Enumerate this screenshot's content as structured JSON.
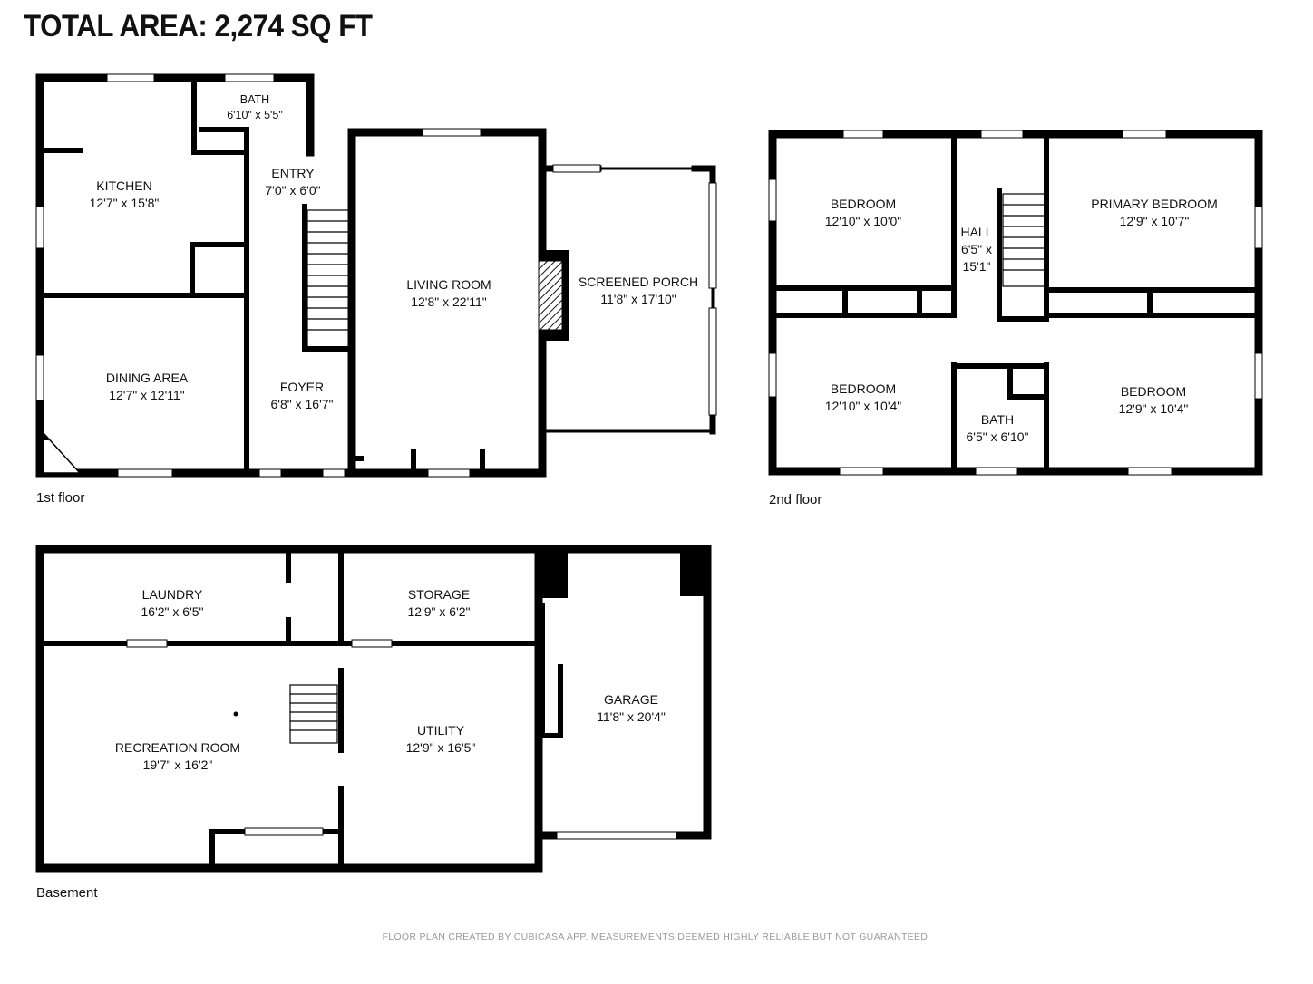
{
  "header": {
    "title": "TOTAL AREA: 2,274 SQ FT"
  },
  "floors": [
    {
      "label": "1st floor"
    },
    {
      "label": "2nd floor"
    },
    {
      "label": "Basement"
    }
  ],
  "rooms": {
    "kitchen": {
      "name": "KITCHEN",
      "dim": "12'7\" x 15'8\""
    },
    "bath1": {
      "name": "BATH",
      "dim": "6'10\" x 5'5\""
    },
    "entry": {
      "name": "ENTRY",
      "dim": "7'0\" x 6'0\""
    },
    "living": {
      "name": "LIVING ROOM",
      "dim": "12'8\" x 22'11\""
    },
    "porch": {
      "name": "SCREENED PORCH",
      "dim": "11'8\" x 17'10\""
    },
    "dining": {
      "name": "DINING AREA",
      "dim": "12'7\" x 12'11\""
    },
    "foyer": {
      "name": "FOYER",
      "dim": "6'8\" x 16'7\""
    },
    "bedroom_nw": {
      "name": "BEDROOM",
      "dim": "12'10\" x 10'0\""
    },
    "hall": {
      "name": "HALL",
      "dim": "6'5\" x",
      "dim2": "15'1\""
    },
    "primary": {
      "name": "PRIMARY BEDROOM",
      "dim": "12'9\" x 10'7\""
    },
    "bedroom_sw": {
      "name": "BEDROOM",
      "dim": "12'10\" x 10'4\""
    },
    "bath2": {
      "name": "BATH",
      "dim": "6'5\" x 6'10\""
    },
    "bedroom_se": {
      "name": "BEDROOM",
      "dim": "12'9\" x 10'4\""
    },
    "laundry": {
      "name": "LAUNDRY",
      "dim": "16'2\" x 6'5\""
    },
    "storage": {
      "name": "STORAGE",
      "dim": "12'9\" x 6'2\""
    },
    "garage": {
      "name": "GARAGE",
      "dim": "11'8\" x 20'4\""
    },
    "recreation": {
      "name": "RECREATION ROOM",
      "dim": "19'7\" x 16'2\""
    },
    "utility": {
      "name": "UTILITY",
      "dim": "12'9\" x 16'5\""
    }
  },
  "footer": {
    "note": "FLOOR PLAN CREATED BY CUBICASA APP. MEASUREMENTS DEEMED HIGHLY RELIABLE BUT NOT GUARANTEED."
  }
}
